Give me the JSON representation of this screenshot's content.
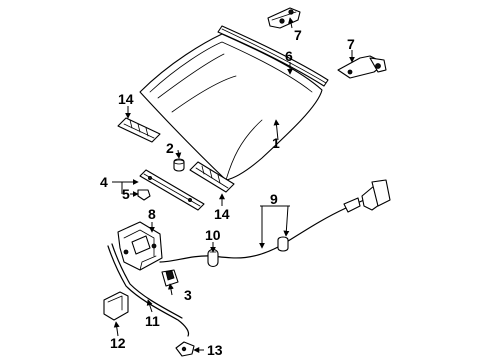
{
  "callouts": {
    "c1": "1",
    "c2": "2",
    "c3": "3",
    "c4": "4",
    "c5": "5",
    "c6": "6",
    "c7a": "7",
    "c7b": "7",
    "c8": "8",
    "c9": "9",
    "c10": "10",
    "c11": "11",
    "c12": "12",
    "c13": "13",
    "c14a": "14",
    "c14b": "14"
  }
}
